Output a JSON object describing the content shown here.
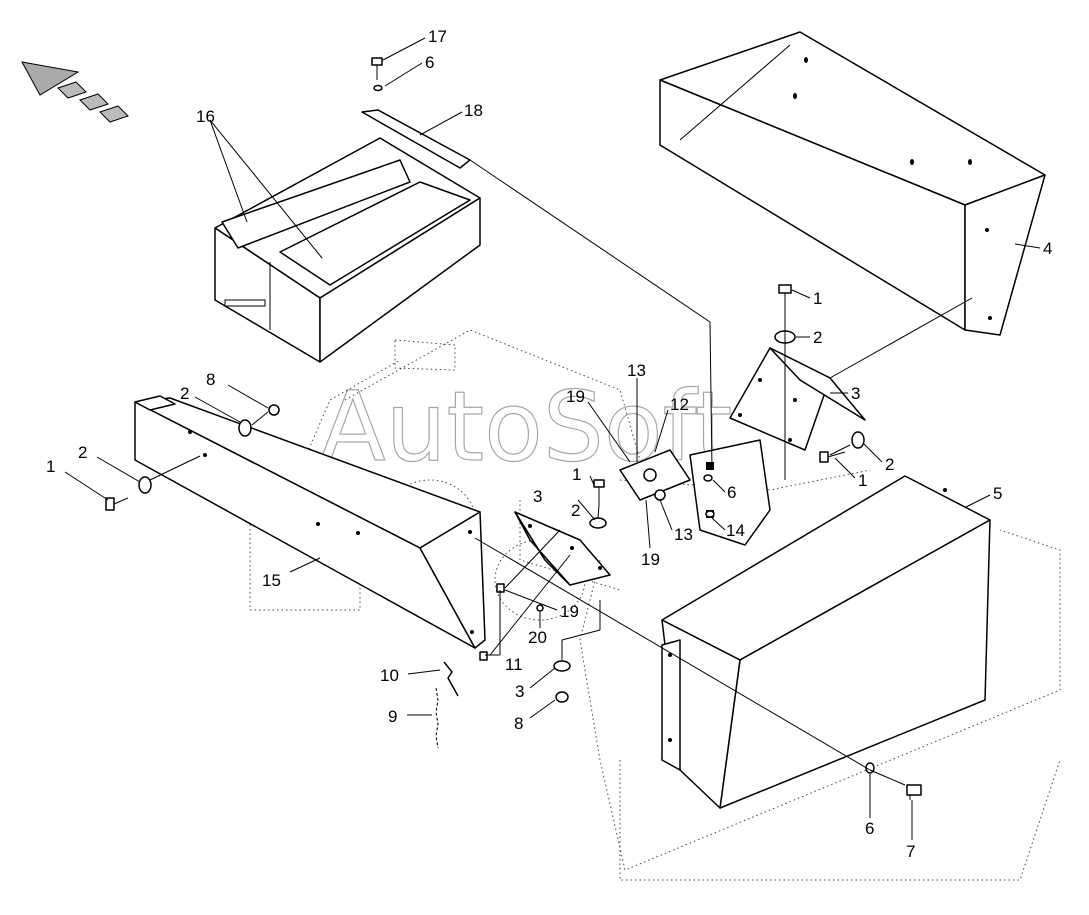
{
  "watermark": "AutoSoft",
  "callouts": [
    {
      "id": "c17",
      "text": "17"
    },
    {
      "id": "c6a",
      "text": "6"
    },
    {
      "id": "c18",
      "text": "18"
    },
    {
      "id": "c16",
      "text": "16"
    },
    {
      "id": "c4",
      "text": "4"
    },
    {
      "id": "c1a",
      "text": "1"
    },
    {
      "id": "c2a",
      "text": "2"
    },
    {
      "id": "c3a",
      "text": "3"
    },
    {
      "id": "c2b",
      "text": "2"
    },
    {
      "id": "c1b",
      "text": "1"
    },
    {
      "id": "c5",
      "text": "5"
    },
    {
      "id": "c8a",
      "text": "8"
    },
    {
      "id": "c2c",
      "text": "2"
    },
    {
      "id": "c2d",
      "text": "2"
    },
    {
      "id": "c1c",
      "text": "1"
    },
    {
      "id": "c13a",
      "text": "13"
    },
    {
      "id": "c19a",
      "text": "19"
    },
    {
      "id": "c12",
      "text": "12"
    },
    {
      "id": "c1d",
      "text": "1"
    },
    {
      "id": "c6b",
      "text": "6"
    },
    {
      "id": "c3b",
      "text": "3"
    },
    {
      "id": "c2e",
      "text": "2"
    },
    {
      "id": "c13b",
      "text": "13"
    },
    {
      "id": "c14",
      "text": "14"
    },
    {
      "id": "c19b",
      "text": "19"
    },
    {
      "id": "c15",
      "text": "15"
    },
    {
      "id": "c19c",
      "text": "19"
    },
    {
      "id": "c20",
      "text": "20"
    },
    {
      "id": "c11",
      "text": "11"
    },
    {
      "id": "c10",
      "text": "10"
    },
    {
      "id": "c3c",
      "text": "3"
    },
    {
      "id": "c9",
      "text": "9"
    },
    {
      "id": "c8b",
      "text": "8"
    },
    {
      "id": "c6c",
      "text": "6"
    },
    {
      "id": "c7",
      "text": "7"
    }
  ]
}
